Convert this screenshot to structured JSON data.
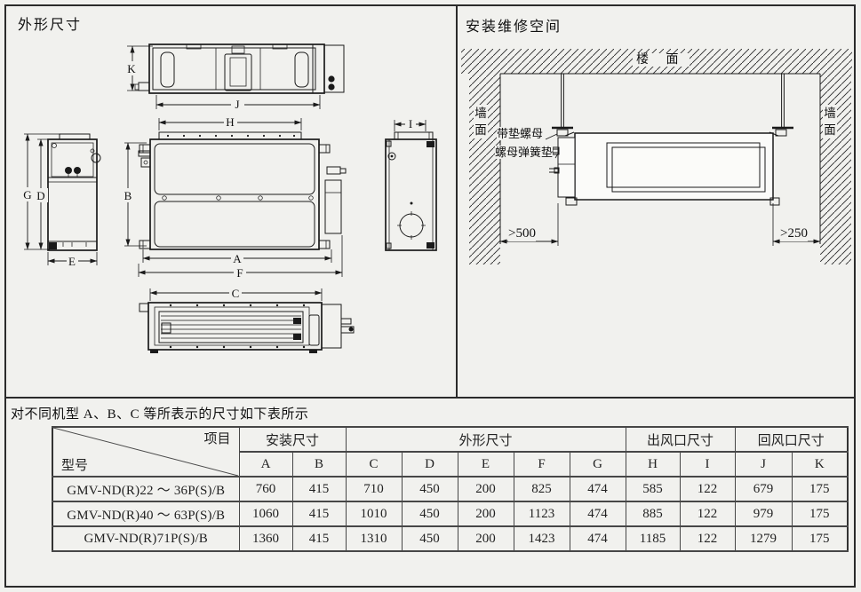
{
  "left_panel": {
    "title": "外形尺寸",
    "dims": {
      "k": "K",
      "j": "J",
      "h": "H",
      "b": "B",
      "g": "G",
      "d": "D",
      "e": "E",
      "a": "A",
      "f": "F",
      "c": "C",
      "i": "I"
    }
  },
  "right_panel": {
    "title": "安装维修空间",
    "labels": {
      "ceiling": "楼 面",
      "wall_left": "墙面",
      "wall_right": "墙面",
      "washer_nut": "带垫螺母",
      "nut_spring_washer": "螺母弹簧垫",
      "clearance_left": ">500",
      "clearance_right": ">250"
    }
  },
  "table_section": {
    "caption": "对不同机型 A、B、C 等所表示的尺寸如下表所示",
    "table": {
      "corner": {
        "top_right": "项目",
        "bottom_left": "型号"
      },
      "groups": [
        {
          "label": "安装尺寸",
          "span": 2
        },
        {
          "label": "外形尺寸",
          "span": 5
        },
        {
          "label": "出风口尺寸",
          "span": 2
        },
        {
          "label": "回风口尺寸",
          "span": 2
        }
      ],
      "columns": [
        "A",
        "B",
        "C",
        "D",
        "E",
        "F",
        "G",
        "H",
        "I",
        "J",
        "K"
      ],
      "rows": [
        {
          "model": "GMV-ND(R)22 ～ 36P(S)/B",
          "values": [
            "760",
            "415",
            "710",
            "450",
            "200",
            "825",
            "474",
            "585",
            "122",
            "679",
            "175"
          ]
        },
        {
          "model": "GMV-ND(R)40 ～ 63P(S)/B",
          "values": [
            "1060",
            "415",
            "1010",
            "450",
            "200",
            "1123",
            "474",
            "885",
            "122",
            "979",
            "175"
          ]
        },
        {
          "model": "GMV-ND(R)71P(S)/B",
          "values": [
            "1360",
            "415",
            "1310",
            "450",
            "200",
            "1423",
            "474",
            "1185",
            "122",
            "1279",
            "175"
          ]
        }
      ]
    }
  }
}
